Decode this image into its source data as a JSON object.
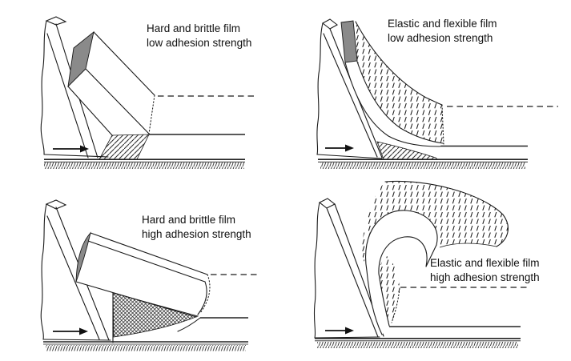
{
  "figure": {
    "title": "Film scratch failure modes diagram",
    "background_color": "#ffffff",
    "line_color": "#1a1a1a",
    "gray_fill_color": "#8a8a8a",
    "panels": [
      {
        "id": "hard-brittle-low",
        "caption_line1": "Hard and brittle film",
        "caption_line2": "low adhesion strength"
      },
      {
        "id": "elastic-flexible-low",
        "caption_line1": "Elastic and flexible film",
        "caption_line2": "low adhesion strength"
      },
      {
        "id": "hard-brittle-high",
        "caption_line1": "Hard and brittle film",
        "caption_line2": "high adhesion strength"
      },
      {
        "id": "elastic-flexible-high",
        "caption_line1": "Elastic and flexible film",
        "caption_line2": "high adhesion strength"
      }
    ],
    "icons": {
      "arrow": "sliding-direction-arrow"
    }
  }
}
